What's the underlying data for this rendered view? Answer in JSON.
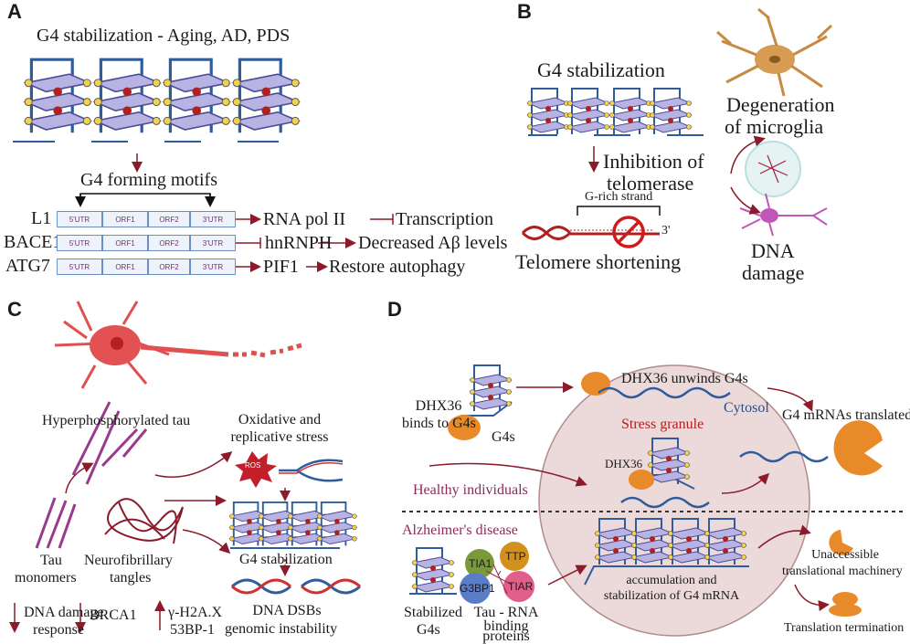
{
  "panels": {
    "a": "A",
    "b": "B",
    "c": "C",
    "d": "D"
  },
  "a": {
    "title": "G4 stabilization - Aging, AD, PDS",
    "motifs": "G4 forming motifs",
    "segments": [
      "5'UTR",
      "ORF1",
      "ORF2",
      "3'UTR"
    ],
    "rows": [
      {
        "gene": "L1",
        "factor": "RNA pol II",
        "result": "Transcription"
      },
      {
        "gene": "BACE1",
        "factor": "hnRNPH",
        "result": "Decreased Aβ levels"
      },
      {
        "gene": "ATG7",
        "factor": "PIF1",
        "result": "Restore autophagy"
      }
    ]
  },
  "b": {
    "title": "G4 stabilization",
    "inhibition1": "Inhibition of",
    "inhibition2": "telomerase",
    "grich": "G-rich strand",
    "three_prime": "3'",
    "shortening": "Telomere shortening",
    "degen1": "Degeneration",
    "degen2": "of microglia",
    "dna1": "DNA",
    "dna2": "damage"
  },
  "c": {
    "hyper": "Hyperphosphorylated tau",
    "oxid1": "Oxidative and",
    "oxid2": "replicative stress",
    "ros": "ROS",
    "g4stab": "G4 stabilization",
    "taumono1": "Tau",
    "taumono2": "monomers",
    "nft1": "Neurofibrillary",
    "nft2": "tangles",
    "dsb1": "DNA DSBs",
    "dsb2": "genomic instability",
    "ddr1": "DNA damage",
    "ddr2": "response",
    "brca": "BRCA1",
    "h2ax": "γ-H2A.X",
    "bp53": "53BP-1"
  },
  "d": {
    "binds1": "DHX36",
    "binds2": "binds to G4s",
    "g4s": "G4s",
    "unwinds": "DHX36 unwinds G4s",
    "cytosol": "Cytosol",
    "translated": "G4 mRNAs translated",
    "stress": "Stress granule",
    "dhx36": "DHX36",
    "healthy": "Healthy individuals",
    "alz": "Alzheimer's disease",
    "stab1": "Stabilized",
    "stab2": "G4s",
    "proteins": [
      "TIA1",
      "TTP",
      "G3BP1",
      "TIAR"
    ],
    "taurna1": "Tau - RNA",
    "taurna2": "binding",
    "taurna3": "proteins",
    "accum1": "accumulation and",
    "accum2": "stabilization of G4 mRNA",
    "unacc1": "Unaccessible",
    "unacc2": "translational machinery",
    "term": "Translation termination"
  },
  "colors": {
    "g4plate": "#b7b4e3",
    "g4edge": "#4b4b9a",
    "strand": "#2f5d9c",
    "maroon": "#8b1a2a",
    "orange": "#e88a2a",
    "granule": "#ecd9da"
  }
}
